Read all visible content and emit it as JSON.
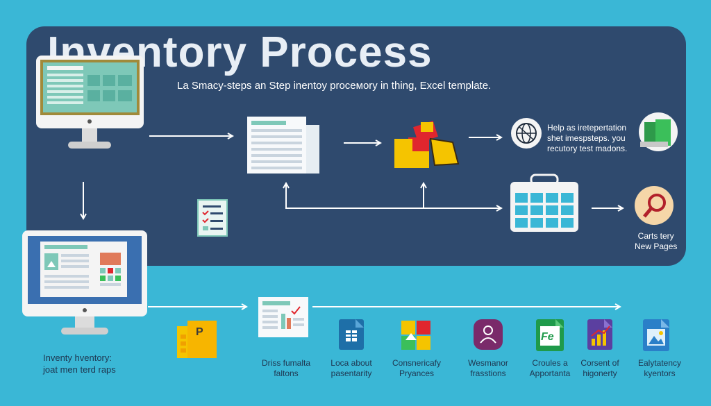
{
  "title": "Inventory Process",
  "subtitle": "La Smacy-steps an Step inentoy proceмory in thing, Excel template.",
  "labels": {
    "help": [
      "Help as iretepertation",
      "shet imespsteps. you",
      "recutory test madons."
    ],
    "carts": [
      "Carts tery",
      "New Pages"
    ],
    "inventory": [
      "Inventy hventory:",
      "joat men terd raps"
    ]
  },
  "bottom_labels": [
    [
      "Driss fumalta",
      "faltons"
    ],
    [
      "Loca about",
      "pasentarity"
    ],
    [
      "Consnericafy",
      "Pryances"
    ],
    [
      "Wesmanor",
      "frasstions"
    ],
    [
      "Croules a",
      "Apportanta"
    ],
    [
      "Corsent of",
      "higonerty"
    ],
    [
      "Ealytatency",
      "kyentors"
    ]
  ],
  "icon_text": {
    "fe": "Fe",
    "p": "P"
  },
  "colors": {
    "background": "#3ab7d6",
    "panel": "#2f4a6e",
    "monitor_screen": "#7ec8b8",
    "accent_yellow": "#f5c400",
    "accent_red": "#e0262e"
  }
}
